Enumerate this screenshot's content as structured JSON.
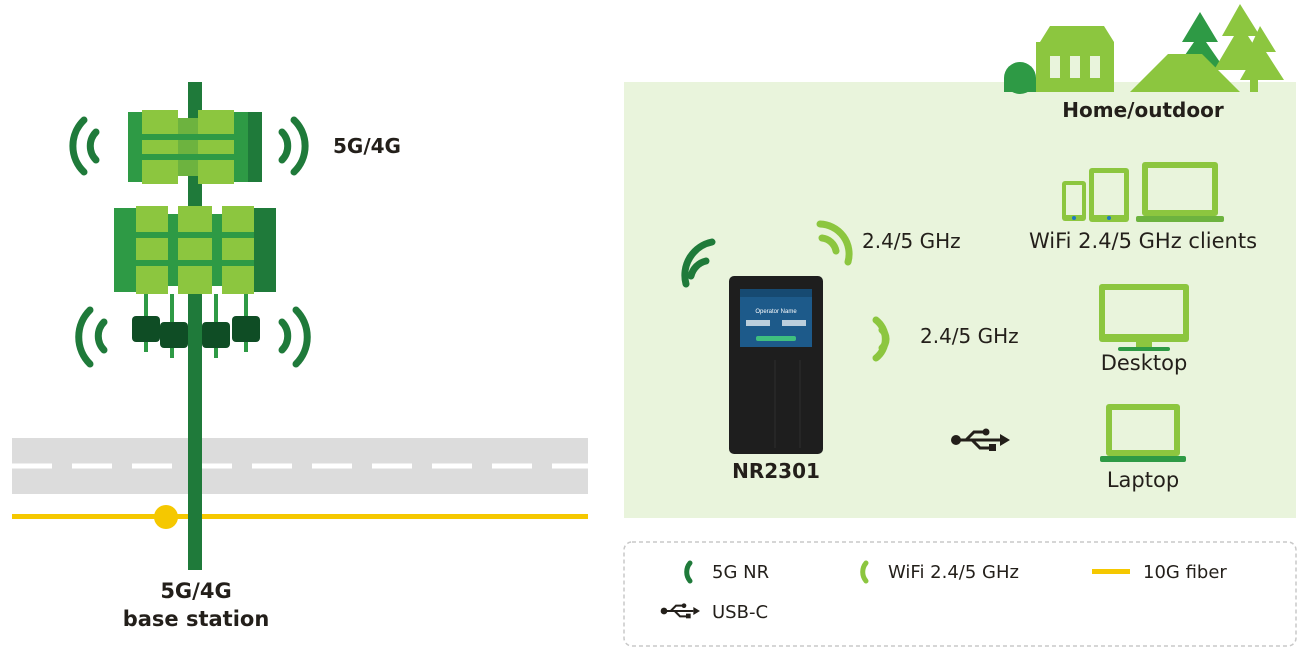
{
  "colors": {
    "dark_green": "#1f7a3a",
    "mid_green": "#2e9a45",
    "light_green": "#8cc63f",
    "panel_bg": "#e9f4dc",
    "fiber": "#f5c800",
    "road": "#dcdcdc",
    "device": "#1e1e1e"
  },
  "base_station": {
    "antenna_label": "5G/4G",
    "label_line1": "5G/4G",
    "label_line2": "base station"
  },
  "home": {
    "title": "Home/outdoor",
    "device_name": "NR2301",
    "screen_title": "Operator Name",
    "wifi_clients_freq": "2.4/5 GHz",
    "wifi_clients_label": "WiFi 2.4/5 GHz clients",
    "desktop_freq": "2.4/5 GHz",
    "desktop_label": "Desktop",
    "laptop_label": "Laptop"
  },
  "legend": {
    "items": [
      {
        "label": "5G NR",
        "icon": "5g-nr-signal-icon"
      },
      {
        "label": "WiFi 2.4/5 GHz",
        "icon": "wifi-signal-icon"
      },
      {
        "label": "10G fiber",
        "icon": "fiber-line-icon"
      },
      {
        "label": "USB-C",
        "icon": "usb-icon"
      }
    ]
  }
}
